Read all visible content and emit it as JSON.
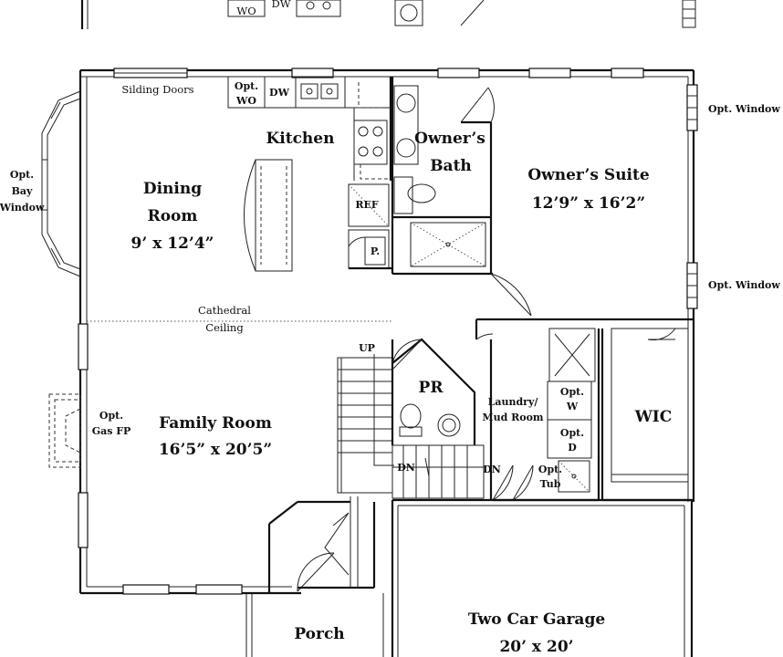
{
  "plan": {
    "rooms": {
      "kitchen": "Kitchen",
      "owners_bath_line1": "Owner’s",
      "owners_bath_line2": "Bath",
      "owners_suite": "Owner’s Suite",
      "owners_suite_size": "12’9” x 16’2”",
      "dining_line1": "Dining",
      "dining_line2": "Room",
      "dining_size": "9’ x 12’4”",
      "family_room": "Family Room",
      "family_size": "16’5” x 20’5”",
      "pr": "PR",
      "wic": "WIC",
      "laundry_line1": "Laundry/",
      "laundry_line2": "Mud Room",
      "garage": "Two Car Garage",
      "garage_size": "20’ x 20’",
      "porch": "Porch"
    },
    "labels": {
      "sliding_doors": "Silding Doors",
      "opt_wo_line1": "Opt.",
      "opt_wo_line2": "WO",
      "dw": "DW",
      "ref": "REF",
      "pantry": "P.",
      "opt_bay_line1": "Opt.",
      "opt_bay_line2": "Bay",
      "opt_bay_line3": "Window",
      "opt_window_1": "Opt. Window",
      "opt_window_2": "Opt. Window",
      "cathedral_line1": "Cathedral",
      "cathedral_line2": "Ceiling",
      "up": "UP",
      "dn_1": "DN",
      "dn_2": "DN",
      "opt_gas_line1": "Opt.",
      "opt_gas_line2": "Gas FP",
      "opt_w_line1": "Opt.",
      "opt_w_line2": "W",
      "opt_d_line1": "Opt.",
      "opt_d_line2": "D",
      "opt_tub_line1": "Opt.",
      "opt_tub_line2": "Tub",
      "top_wo": "WO",
      "top_dw": "DW"
    }
  }
}
